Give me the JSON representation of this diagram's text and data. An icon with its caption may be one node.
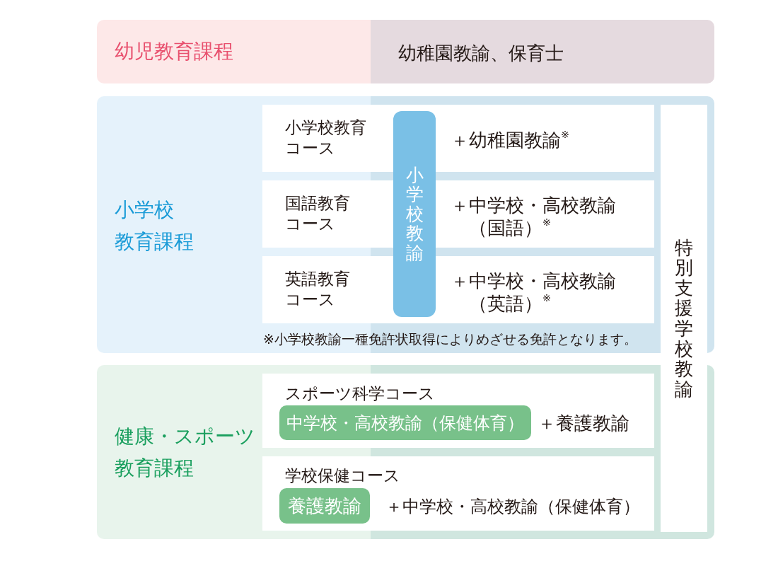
{
  "diagram": {
    "nodes": [
      {
        "text": [
          "幼児教育課程",
          "幼稚園教諭、保育士"
        ]
      },
      {
        "text": [
          "小学校教育課程"
        ]
      },
      {
        "text": [
          "小学校教育コース",
          "＋幼稚園教諭$^{※}$"
        ],
        "in": 1
      },
      {
        "text": [
          "国語教育コース",
          "＋中学校・高校教諭（国語）$^{※}$"
        ],
        "in": 1
      },
      {
        "text": [
          "英語教育コース",
          "＋中学校・高校教諭（英語）$^{※}$"
        ],
        "in": 1
      },
      {
        "text": [
          "小学校教諭"
        ],
        "in": 1
      },
      {
        "text": [
          "特別支援学校教諭"
        ]
      },
      {
        "text": [
          "健康・スポーツ教育課程"
        ]
      },
      {
        "text": [
          "スポーツ科学コース",
          "＋養護教諭"
        ],
        "in": 7
      },
      {
        "text": [
          "中学校・高校教諭（保健体育）"
        ],
        "in": 8
      },
      {
        "text": [
          "学校保健コース",
          "＋中学校・高校教諭（保健体育）"
        ],
        "in": 7
      },
      {
        "text": [
          "養護教諭"
        ],
        "in": 10
      }
    ],
    "labels": [
      "※小学校教諭一種免許状取得によりめざせる免許となります。"
    ]
  }
}
